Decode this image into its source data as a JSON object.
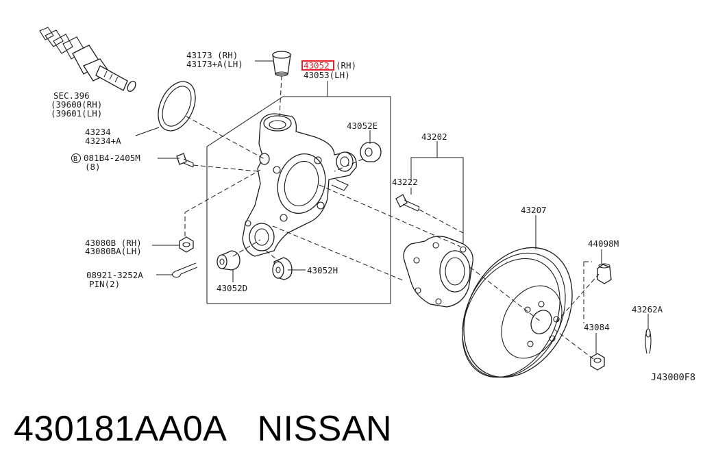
{
  "diagram": {
    "code": "J43000F8",
    "parts": {
      "seal": {
        "l1": "43234",
        "l2": "43234+A"
      },
      "bushing_top": {
        "l1": "43173 (RH)",
        "l2": "43173+A(LH)"
      },
      "knuckle": {
        "l1": "43052",
        "l1_side": "(RH)",
        "l2": "43053(LH)"
      },
      "driveshaft": {
        "l1": "SEC.396",
        "l2": "(39600(RH)",
        "l3": "(39601(LH)"
      },
      "bolt": {
        "prefix": "B",
        "l1": "081B4-2405M",
        "l2": "(8)"
      },
      "bush_e": {
        "l1": "43052E"
      },
      "nut": {
        "l1": "43080B (RH)",
        "l2": "43080BA(LH)"
      },
      "pin": {
        "l1": "08921-3252A",
        "l2": "PIN(2)"
      },
      "bush_d": {
        "l1": "43052D"
      },
      "bush_h": {
        "l1": "43052H"
      },
      "hub": {
        "l1": "43202"
      },
      "hub_bolt": {
        "l1": "43222"
      },
      "rotor": {
        "l1": "43207"
      },
      "cap": {
        "l1": "44098M"
      },
      "lock_nut": {
        "l1": "43084"
      },
      "cotter": {
        "l1": "43262A"
      }
    }
  },
  "caption": {
    "part_number": "430181AA0A",
    "brand": "NISSAN"
  },
  "colors": {
    "highlight": "#e8202a",
    "ink": "#1a1a1a"
  }
}
